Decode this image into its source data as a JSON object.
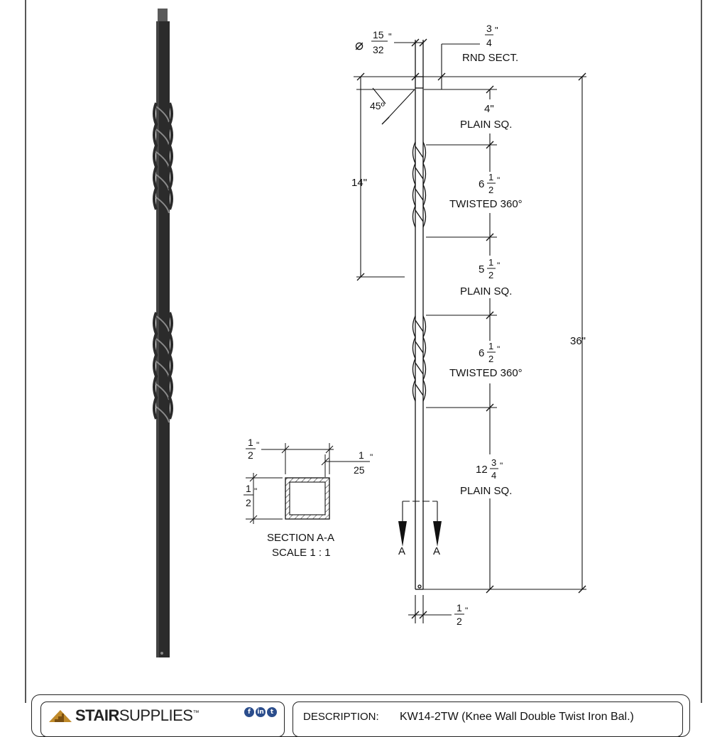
{
  "drawing": {
    "dia_symbol": "⌀",
    "dia_num": "15",
    "dia_den": "32",
    "rnd_num": "3",
    "rnd_den": "4",
    "rnd_label": "RND SECT.",
    "angle": "45º",
    "overall_left": "14\"",
    "overall_right": "36\"",
    "segments": [
      {
        "whole": "",
        "num": "",
        "den": "",
        "plain": "4\"",
        "label": "PLAIN SQ."
      },
      {
        "whole": "6",
        "num": "1",
        "den": "2",
        "plain": "",
        "label": "TWISTED 360°"
      },
      {
        "whole": "5",
        "num": "1",
        "den": "2",
        "plain": "",
        "label": "PLAIN SQ."
      },
      {
        "whole": "6",
        "num": "1",
        "den": "2",
        "plain": "",
        "label": "TWISTED 360°"
      },
      {
        "whole": "12",
        "num": "3",
        "den": "4",
        "plain": "",
        "label": "PLAIN SQ."
      }
    ],
    "bottom_num": "1",
    "bottom_den": "2",
    "section": {
      "width_num": "1",
      "width_den": "2",
      "height_num": "1",
      "height_den": "2",
      "wall_num": "1",
      "wall_den": "25",
      "title": "SECTION A-A",
      "scale": "SCALE 1 : 1",
      "cut_label": "A"
    },
    "inch_mark": "\""
  },
  "footer": {
    "brand_bold": "STAIR",
    "brand_light": "SUPPLIES",
    "brand_tm": "™",
    "social_icons": [
      "facebook-icon",
      "linkedin-icon",
      "twitter-icon"
    ],
    "description_label": "DESCRIPTION:",
    "description_value": "KW14-2TW (Knee Wall Double Twist Iron Bal.)"
  },
  "colors": {
    "ink": "#111111",
    "baluster": "#2b2b2b",
    "logo_accent": "#c08a2a",
    "social": "#2b4d8c"
  }
}
